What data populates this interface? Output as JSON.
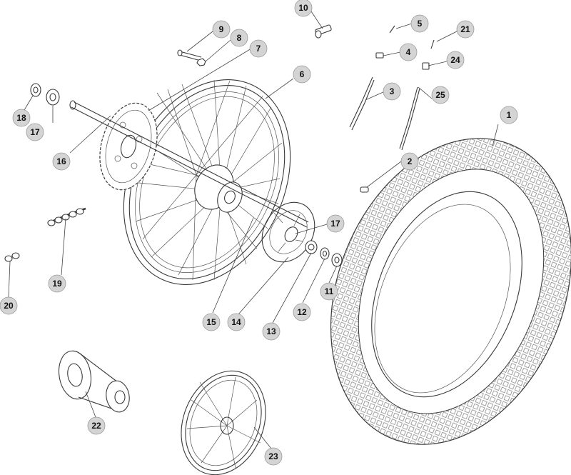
{
  "diagram": {
    "callouts": [
      {
        "id": "1",
        "label": "1"
      },
      {
        "id": "2",
        "label": "2"
      },
      {
        "id": "3",
        "label": "3"
      },
      {
        "id": "4",
        "label": "4"
      },
      {
        "id": "5",
        "label": "5"
      },
      {
        "id": "6",
        "label": "6"
      },
      {
        "id": "7",
        "label": "7"
      },
      {
        "id": "8",
        "label": "8"
      },
      {
        "id": "9",
        "label": "9"
      },
      {
        "id": "10",
        "label": "10"
      },
      {
        "id": "11",
        "label": "11"
      },
      {
        "id": "12",
        "label": "12"
      },
      {
        "id": "13",
        "label": "13"
      },
      {
        "id": "14",
        "label": "14"
      },
      {
        "id": "15",
        "label": "15"
      },
      {
        "id": "16",
        "label": "16"
      },
      {
        "id": "17a",
        "label": "17"
      },
      {
        "id": "17b",
        "label": "17"
      },
      {
        "id": "18",
        "label": "18"
      },
      {
        "id": "19",
        "label": "19"
      },
      {
        "id": "20",
        "label": "20"
      },
      {
        "id": "21",
        "label": "21"
      },
      {
        "id": "22",
        "label": "22"
      },
      {
        "id": "23",
        "label": "23"
      },
      {
        "id": "24",
        "label": "24"
      },
      {
        "id": "25",
        "label": "25"
      }
    ]
  }
}
